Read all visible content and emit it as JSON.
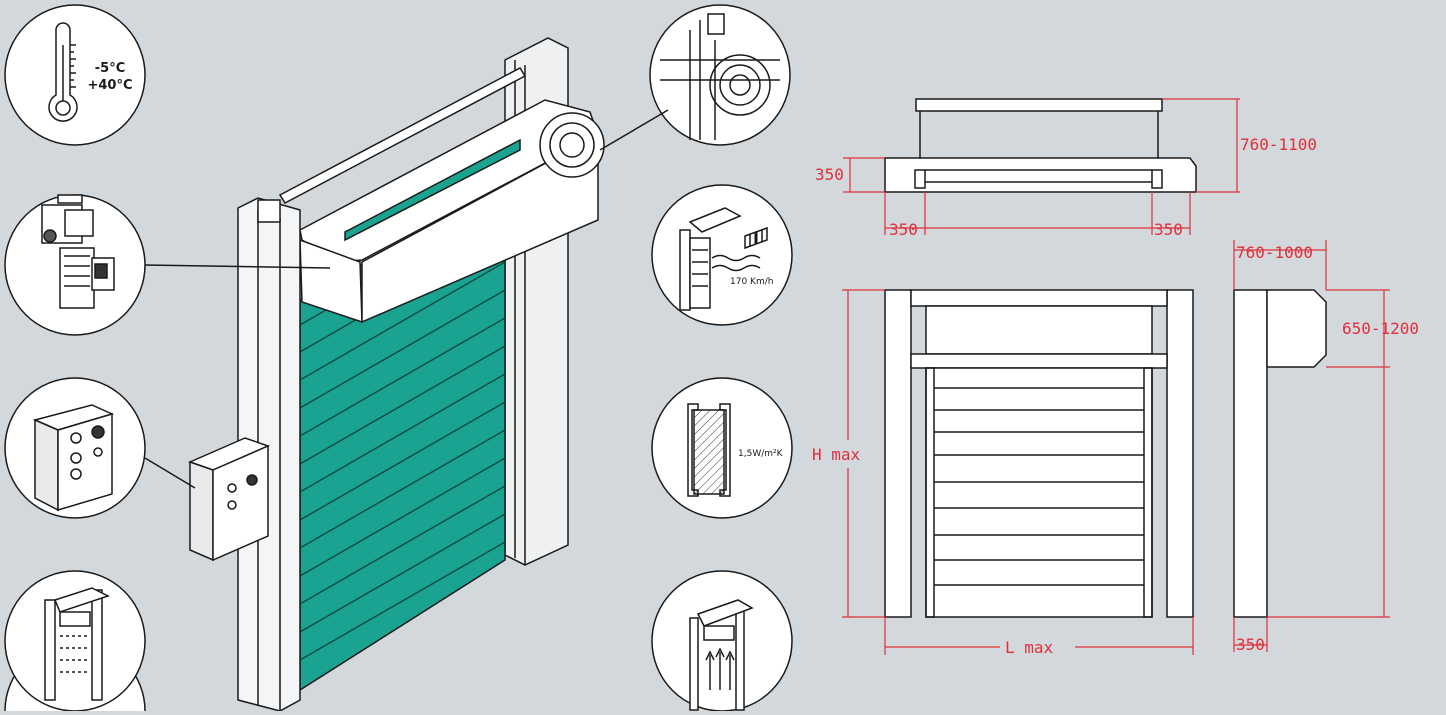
{
  "colors": {
    "background": "#d3d8dc",
    "panel_teal": "#1aa391",
    "dimension_red": "#e0303a",
    "line": "#1a1a1a",
    "circle_fill": "#ffffff"
  },
  "features": {
    "temperature": {
      "icon": "thermometer-icon",
      "min": "-5°C",
      "max": "+40°C"
    },
    "motor": {
      "icon": "gear-motor-icon"
    },
    "control_panel": {
      "icon": "control-box-icon"
    },
    "manual_opening": {
      "icon": "door-down-icon"
    },
    "roller_detail": {
      "icon": "roller-spiral-icon"
    },
    "wind": {
      "icon": "windsock-icon",
      "value": "170 Km/h"
    },
    "insulation": {
      "icon": "panel-section-icon",
      "value": "1,5W/m²K"
    },
    "opening": {
      "icon": "door-up-icon"
    }
  },
  "drawing": {
    "top_depth": "760-1100",
    "top_side": "350",
    "top_left": "350",
    "top_right": "350",
    "side_width": "760-1000",
    "side_height": "650-1200",
    "side_bottom": "350",
    "height_label": "H max",
    "width_label": "L max"
  }
}
